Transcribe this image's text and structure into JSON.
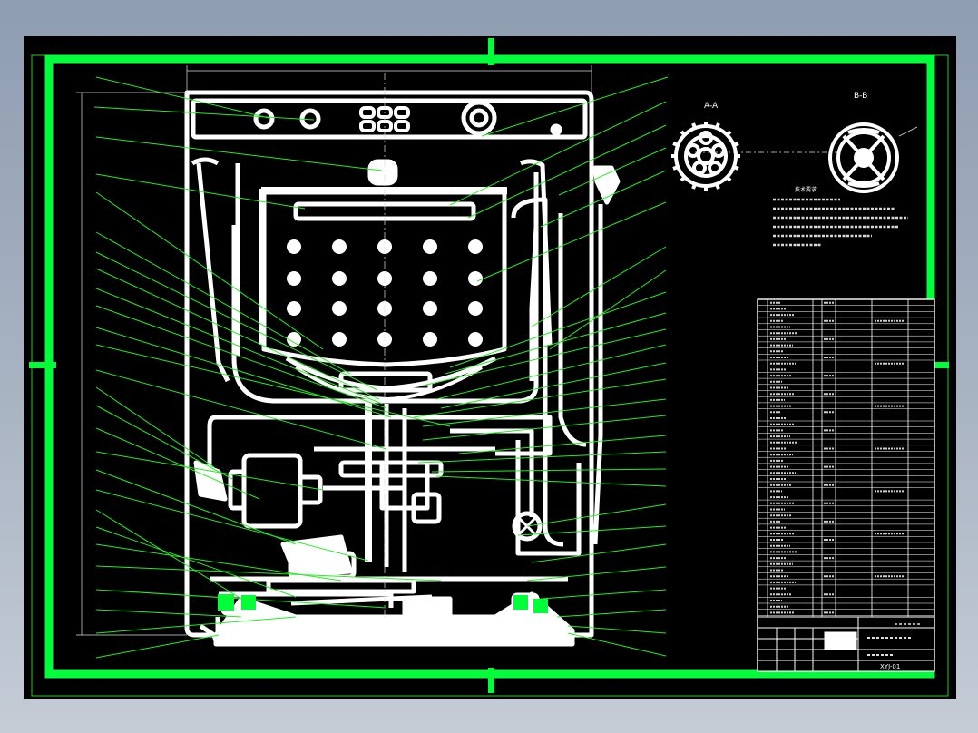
{
  "drawing": {
    "section_a_label": "A-A",
    "section_b_label": "B-B",
    "tech_req_title": "技术要求",
    "tech_req_lines": [
      "",
      "",
      "",
      "",
      "",
      ""
    ],
    "drawing_number": "XYJ-01",
    "colors": {
      "background": "#000000",
      "outer_frame": "#00ff3a",
      "inner_border": "#1ce21c",
      "leader": "#22ee22",
      "part": "#ffffff",
      "canvas": "#9aa6b8"
    }
  }
}
